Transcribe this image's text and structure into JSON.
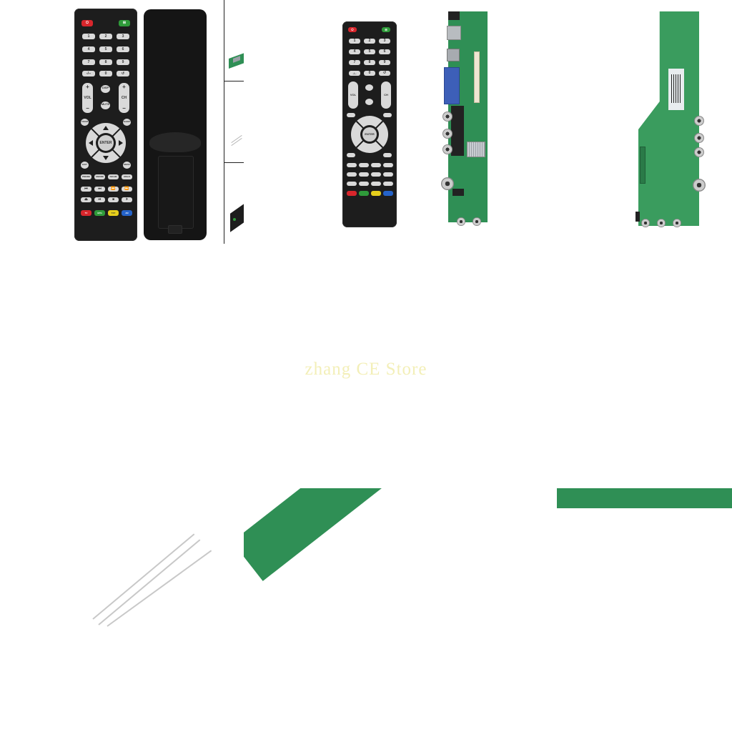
{
  "watermark": {
    "text": "zhang CE Store",
    "color": "#f3efb8"
  },
  "grid": {
    "rows": 3,
    "cols": 3,
    "background": "#ffffff"
  },
  "images": [
    {
      "position": "top-left",
      "content": "remote-front-and-back",
      "thumbnails": 3
    },
    {
      "position": "top-center",
      "content": "remote-front-with-driver-board"
    },
    {
      "position": "top-right",
      "content": "driver-board-back-side"
    },
    {
      "position": "middle-left",
      "content": "blank"
    },
    {
      "position": "middle-center",
      "content": "watermark"
    },
    {
      "position": "middle-right",
      "content": "blank"
    },
    {
      "position": "bottom-left",
      "content": "ir-receiver-module"
    },
    {
      "position": "bottom-center",
      "content": "driver-board-angled"
    },
    {
      "position": "bottom-right",
      "content": "driver-board-side-view"
    }
  ],
  "remote": {
    "power_label": "⏻",
    "source_label": "⊞",
    "number_keys": [
      "1",
      "2",
      "3",
      "4",
      "5",
      "6",
      "7",
      "8",
      "9",
      "-/--",
      "0",
      "↺"
    ],
    "vol_plus": "+",
    "vol_label": "VOL",
    "vol_minus": "−",
    "ch_plus": "+",
    "ch_label": "CH",
    "ch_minus": "−",
    "disp_label": "DISP",
    "mute_label": "MUTE",
    "zoom_label": "ZOOM",
    "sleep_label": "SLEEP",
    "enter_label": "ENTER",
    "exit_label": "EXIT",
    "menu_label": "MENU",
    "mode_keys": [
      "PMODE",
      "SMODE",
      "NICAM",
      "MSLR"
    ],
    "media_row1": [
      "⏮",
      "⏭",
      "⏪",
      "⏩"
    ],
    "media_row2": [
      "⏏",
      "⏯",
      "■",
      "⏵"
    ],
    "color_keys": [
      {
        "label": "TV",
        "color": "#d8262c"
      },
      {
        "label": "EPG",
        "color": "#2f9b3a"
      },
      {
        "label": "TXT",
        "color": "#e6cf1c"
      },
      {
        "label": "AD",
        "color": "#2563c9"
      }
    ]
  },
  "colors": {
    "remote_body": "#1d1d1d",
    "button": "#d9d9d9",
    "pcb_green": "#2f8f55",
    "vga_blue": "#3d5fb8"
  }
}
